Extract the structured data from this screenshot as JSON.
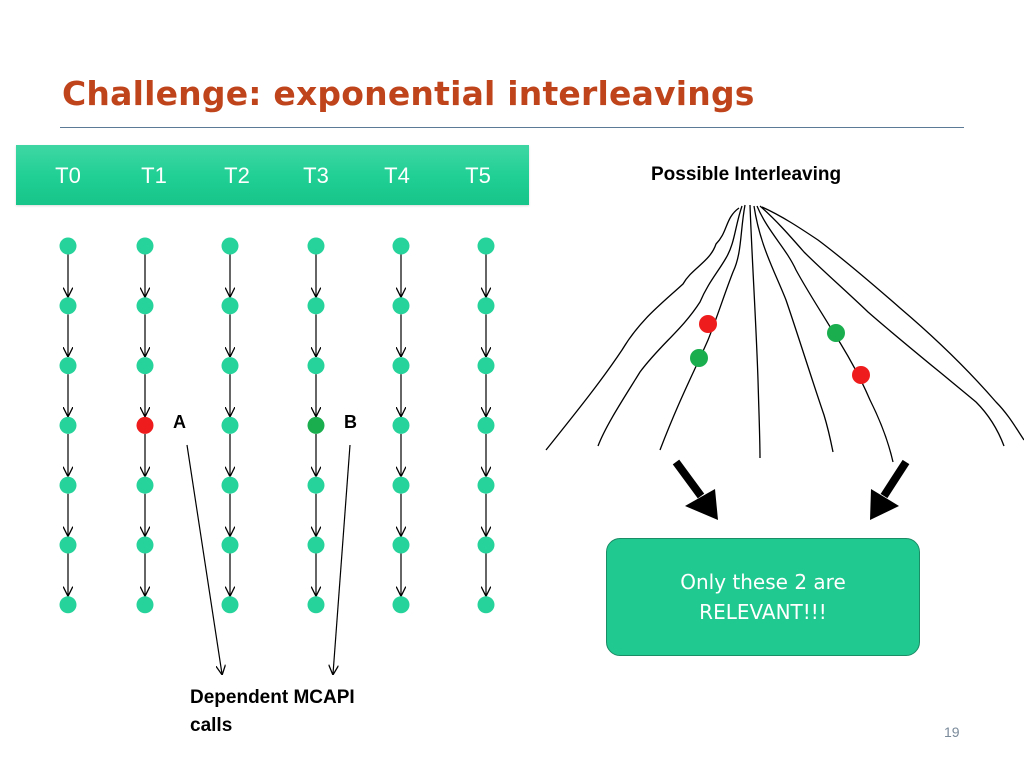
{
  "slide": {
    "title": "Challenge: exponential interleavings",
    "page_number": "19"
  },
  "threads": {
    "labels": [
      "T0",
      "T1",
      "T2",
      "T3",
      "T4",
      "T5"
    ],
    "steps_per_thread": 7
  },
  "events": {
    "a": {
      "label": "A",
      "thread": 1,
      "step": 3,
      "color": "#ee1c1c"
    },
    "b": {
      "label": "B",
      "thread": 3,
      "step": 3,
      "color": "#1aae4f"
    }
  },
  "annotation": {
    "dependent_line1": "Dependent MCAPI",
    "dependent_line2": "calls"
  },
  "interleaving": {
    "title": "Possible Interleaving"
  },
  "relevant_box": {
    "line1": "Only these 2 are",
    "line2": "RELEVANT!!!"
  },
  "colors": {
    "node": "#26d39b",
    "header_bar": "#20cf94",
    "title": "#c0441b",
    "red_event": "#ee1c1c",
    "green_event": "#1aae4f"
  }
}
